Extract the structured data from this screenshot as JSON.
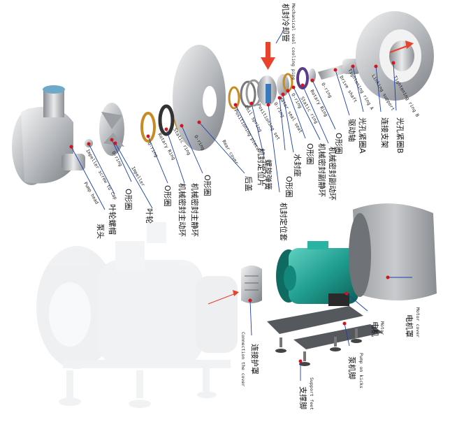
{
  "labels": {
    "pump_head": {
      "cn": "泵头",
      "en": "Pump head"
    },
    "impeller_nut": {
      "cn": "叶轮螺帽",
      "en": "Impeller screw to cap"
    },
    "oring_front": {
      "cn": "O形圈",
      "en": "O-ring"
    },
    "impeller": {
      "cn": "叶轮",
      "en": "Impeller"
    },
    "oring_2": {
      "cn": "O形圈",
      "en": "O-ring"
    },
    "mech_seal_main": {
      "cn": "机械密封主动环",
      "en": "Rotary Ring"
    },
    "mech_seal_static": {
      "cn": "机械密封主静环",
      "en": "Static ring"
    },
    "oring_3": {
      "cn": "O形圈",
      "en": "O-ring"
    },
    "rear_cover": {
      "cn": "后盖",
      "en": "Rear cover"
    },
    "seal_locator": {
      "cn": "机封定位片",
      "en": "Positioning piece"
    },
    "coil_spring": {
      "cn": "螺旋弹簧",
      "en": "Coil spring"
    },
    "seal_sleeve": {
      "cn": "机封定位套",
      "en": "Positioning set"
    },
    "oring_4": {
      "cn": "O形圈",
      "en": "O-ring"
    },
    "water_seal_seat": {
      "cn": "水封座",
      "en": "Water seal seat"
    },
    "oring_5": {
      "cn": "O形圈",
      "en": "O-ring"
    },
    "mech_seal_sub_static": {
      "cn": "机械密封副静环",
      "en": "Static ring"
    },
    "mech_seal_sub_rotary": {
      "cn": "机械密封副动环",
      "en": "Rotary Ring"
    },
    "oring_6": {
      "cn": "O形圈",
      "en": "O-ring"
    },
    "drive_shaft": {
      "cn": "驱动轴",
      "en": "Drive shaft"
    },
    "clamp_a": {
      "cn": "光孔紧圈A",
      "en": "Tightening ring A"
    },
    "bracket": {
      "cn": "连接支架",
      "en": "Linking support"
    },
    "clamp_b": {
      "cn": "光孔紧圈B",
      "en": "Tightening ring B"
    },
    "cooling_pipe": {
      "cn": "机封冷却管",
      "en": "Mechanical seal cooling pipe"
    },
    "motor_cover": {
      "cn": "电机罩",
      "en": "Motor cover"
    },
    "motor": {
      "cn": "电机",
      "en": "Motor"
    },
    "pump_feet": {
      "cn": "泵机脚",
      "en": "Pump on kicks"
    },
    "support_feet": {
      "cn": "支撑脚",
      "en": "Support feet"
    },
    "connection_cover": {
      "cn": "连接护罩",
      "en": "Connection the cover"
    }
  },
  "colors": {
    "leader": "#1a3fb0",
    "dot": "#d2141c",
    "motor": "#1f9d8f",
    "arrow": "#e8412c"
  }
}
